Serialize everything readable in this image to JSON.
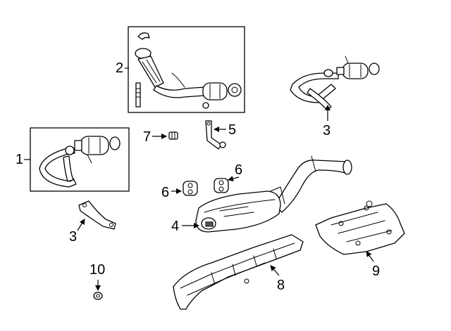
{
  "diagram": {
    "callouts": {
      "c1": "1",
      "c2": "2",
      "c3a": "3",
      "c3b": "3",
      "c4": "4",
      "c5": "5",
      "c6a": "6",
      "c6b": "6",
      "c7": "7",
      "c8": "8",
      "c9": "9",
      "c10": "10"
    }
  }
}
